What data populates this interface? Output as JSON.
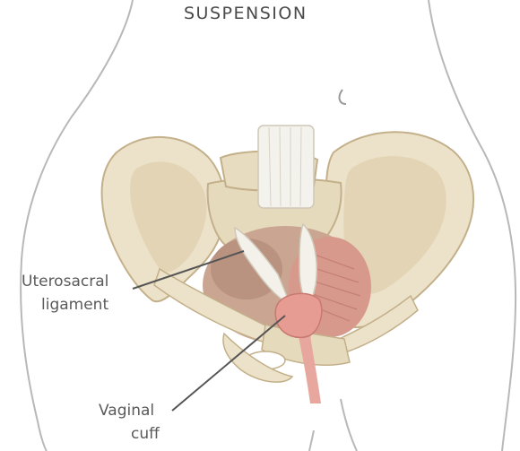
{
  "title": "SUSPENSION",
  "labels": {
    "uterosacral_line1": "Uterosacral",
    "uterosacral_line2": "ligament",
    "vaginal_line1": "Vaginal",
    "vaginal_line2": "cuff"
  },
  "colors": {
    "skin_outline": "#b8b8b8",
    "bone_fill": "#ece2c9",
    "bone_shadow": "#cdbb95",
    "ligament": "#f1f0ea",
    "pelvic_floor": "#c49a88",
    "muscle": "#d8998d",
    "vaginal_cuff": "#e79c93",
    "leader_line": "#555555"
  }
}
